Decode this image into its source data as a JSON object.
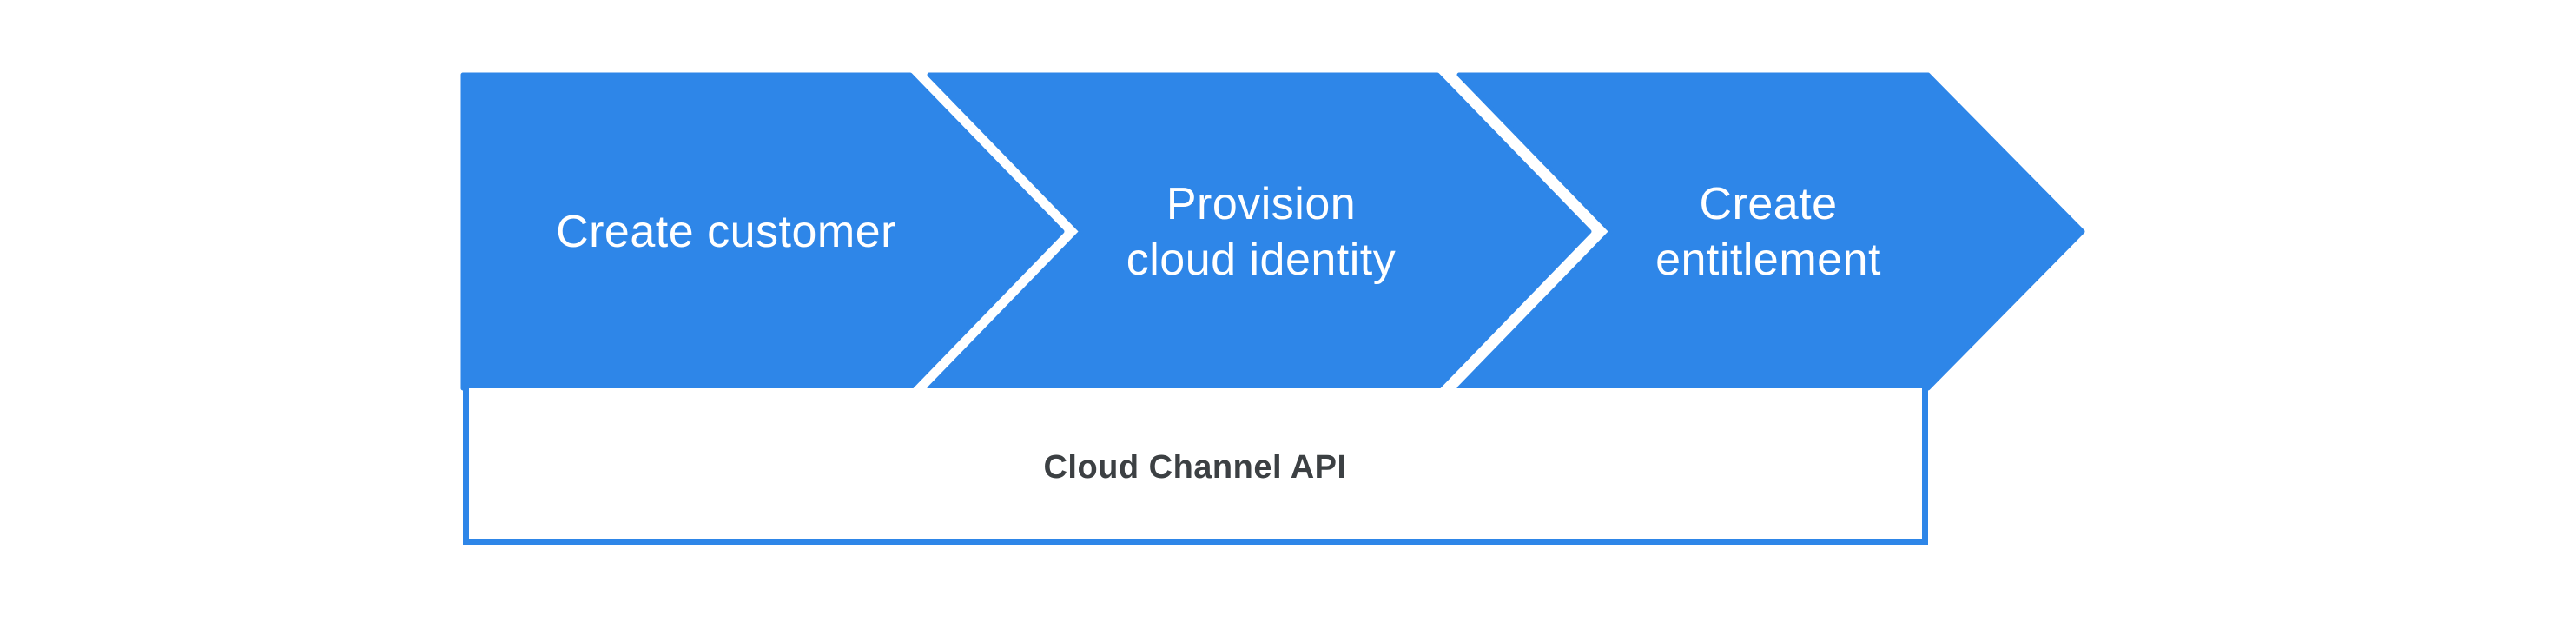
{
  "diagram": {
    "steps": [
      {
        "label": "Create customer",
        "lines": [
          "Create customer"
        ]
      },
      {
        "label": "Provision cloud identity",
        "lines": [
          "Provision",
          "cloud identity"
        ]
      },
      {
        "label": "Create entitlement",
        "lines": [
          "Create",
          "entitlement"
        ]
      }
    ],
    "api_bar": {
      "label": "Cloud Channel API"
    },
    "colors": {
      "arrow_blue": "#2e86e8",
      "step_label_white": "#ffffff",
      "api_label_gray": "#3c4043",
      "background": "#ffffff"
    }
  }
}
